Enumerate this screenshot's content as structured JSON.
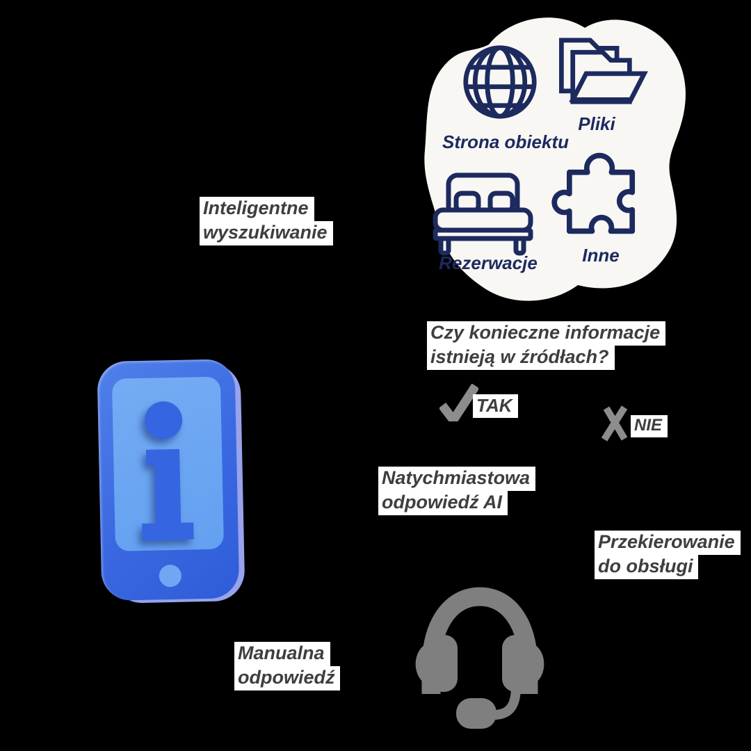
{
  "page": {
    "background": "#000000",
    "type": "ai-assistant-flow-infographic"
  },
  "sources": {
    "items": [
      {
        "id": "website",
        "icon": "globe-icon",
        "label": "Strona obiektu"
      },
      {
        "id": "files",
        "icon": "files-icon",
        "label": "Pliki"
      },
      {
        "id": "reservations",
        "icon": "bed-icon",
        "label": "Rezerwacje"
      },
      {
        "id": "other",
        "icon": "puzzle-icon",
        "label": "Inne"
      }
    ]
  },
  "flow": {
    "smart_search": {
      "line1": "Inteligentne",
      "line2": "wyszukiwanie"
    },
    "question": {
      "line1": "Czy konieczne informacje",
      "line2": "istnieją w źródłach?"
    },
    "yes_label": "TAK",
    "no_label": "NIE",
    "ai_answer": {
      "line1": "Natychmiastowa",
      "line2": "odpowiedź AI"
    },
    "redirect": {
      "line1": "Przekierowanie",
      "line2": "do obsługi"
    },
    "manual": {
      "line1": "Manualna",
      "line2": "odpowiedź"
    }
  },
  "icons": {
    "blob-shape": "organic white card behind source icons",
    "globe-icon": "internet globe outline",
    "files-icon": "stacked open folders outline",
    "bed-icon": "double bed outline",
    "puzzle-icon": "puzzle piece outline",
    "check-icon": "gray checkmark",
    "x-icon": "gray cross",
    "info-phone-icon": "blue 3d phone with info symbol",
    "headset-icon": "gray support headset with microphone"
  },
  "colors": {
    "background": "#000000",
    "card": "#f8f7f4",
    "navy": "#1d2a5e",
    "text_dark": "#3e3e3e",
    "highlight": "#ffffff",
    "gray_mark": "#8d8d8d",
    "headset_gray": "#7f7f7f",
    "phone_body": "#3a68e1",
    "phone_screen": "#6aa4f2",
    "phone_edge": "#98a3ec",
    "info_glyph": "#3565e0"
  }
}
